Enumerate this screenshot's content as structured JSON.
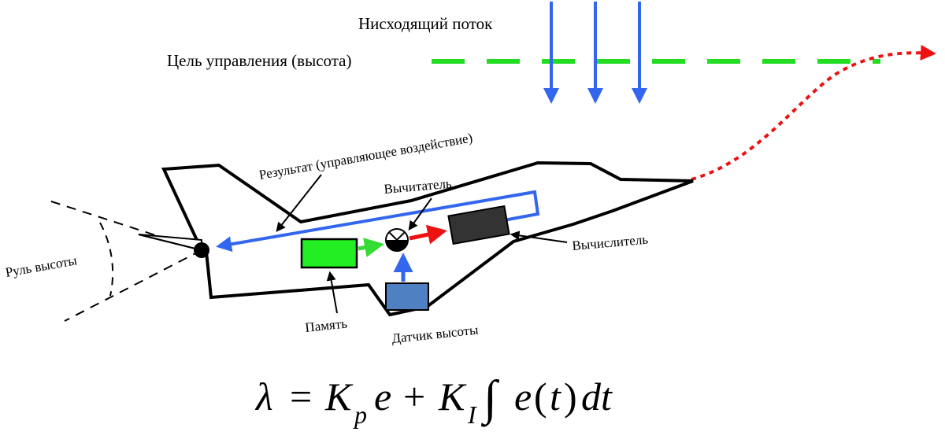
{
  "labels": {
    "downdraft": "Нисходящий поток",
    "control_target": "Цель управления (высота)",
    "result": "Результат (управляющее воздействие)",
    "subtractor": "Вычитатель",
    "computer": "Вычислитель",
    "elevator": "Руль высоты",
    "memory": "Память",
    "altitude_sensor": "Датчик высоты"
  },
  "equation": {
    "lhs": "λ",
    "eq": "=",
    "k": "K",
    "p": "p",
    "e": "e",
    "plus": "+",
    "i": "I",
    "integral": "∫",
    "lparen": "(",
    "t": "t",
    "rparen": ")",
    "dt": "dt"
  },
  "colors": {
    "downdraft_arrows": "#3366ee",
    "target_line": "#22dd22",
    "trajectory": "#ee1111",
    "feedback_line": "#3366ee",
    "memory_block": "#22ee22",
    "sensor_block": "#4f81c2",
    "computer_block": "#333333",
    "error_arrow": "#ee1111",
    "memory_arrow": "#33dd33"
  }
}
